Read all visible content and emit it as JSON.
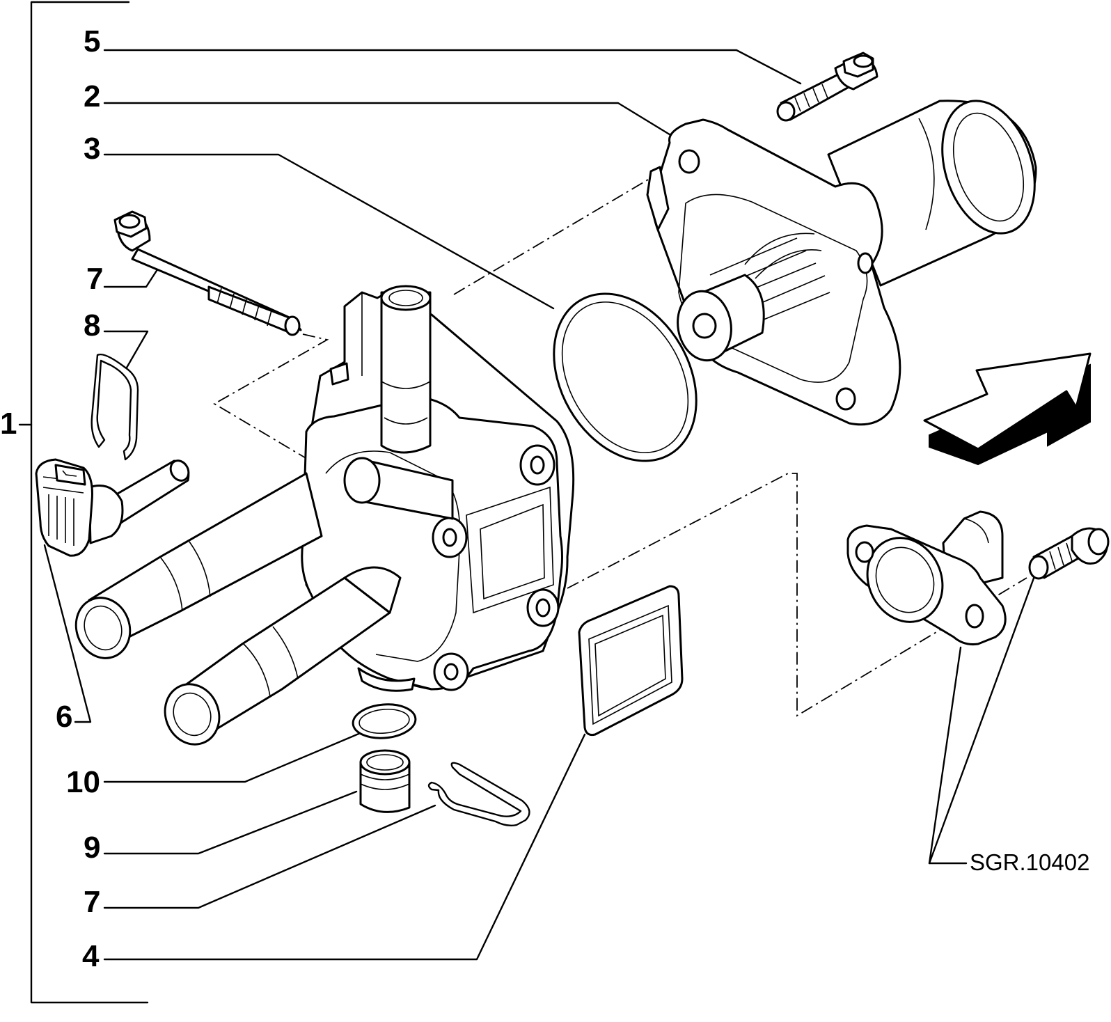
{
  "callouts": {
    "c1": "1",
    "c2": "2",
    "c3": "3",
    "c4": "4",
    "c5": "5",
    "c6": "6",
    "c7a": "7",
    "c7b": "7",
    "c8": "8",
    "c9": "9",
    "c10": "10"
  },
  "reference_code": "SGR.10402",
  "icons": {
    "direction_arrow": "3d-arrow-icon"
  }
}
